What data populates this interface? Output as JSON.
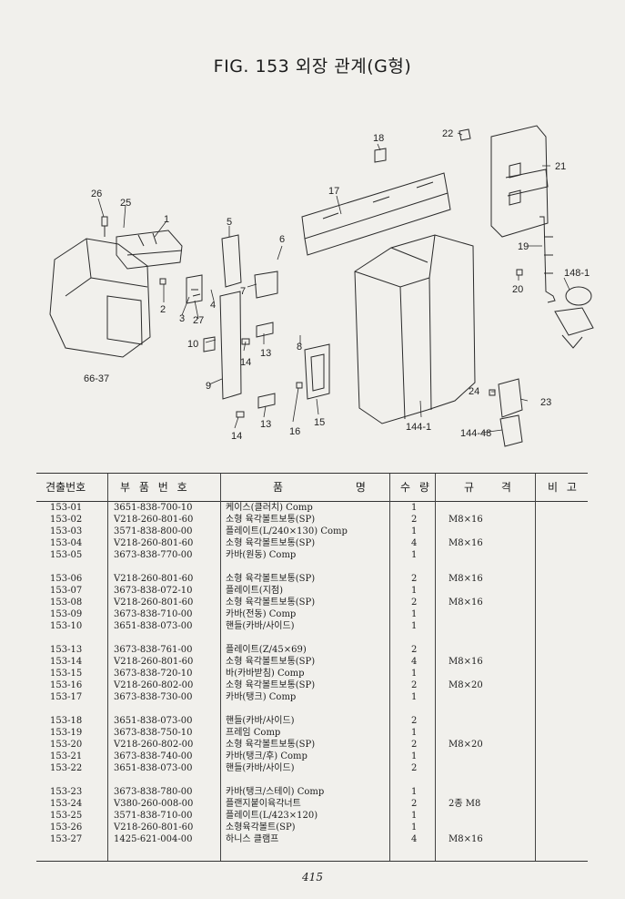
{
  "title": "FIG. 153 외장 관계(G형)",
  "callouts": {
    "c1": "1",
    "c2": "2",
    "c3": "3",
    "c4": "4",
    "c5": "5",
    "c6": "6",
    "c7": "7",
    "c8": "8",
    "c9": "9",
    "c10": "10",
    "c13a": "13",
    "c13b": "13",
    "c14a": "14",
    "c14b": "14",
    "c15": "15",
    "c16": "16",
    "c17": "17",
    "c18": "18",
    "c19": "19",
    "c20": "20",
    "c21": "21",
    "c22": "22",
    "c23": "23",
    "c24": "24",
    "c25": "25",
    "c26": "26",
    "c27": "27",
    "c66_37": "66-37",
    "c144_1": "144-1",
    "c144_48": "144-48",
    "c148_1": "148-1"
  },
  "table": {
    "headers": {
      "ref": "견출번호",
      "part": "부 품 번 호",
      "name": "품 명",
      "qty": "수 량",
      "spec": "규 격",
      "note": "비 고"
    },
    "rows": [
      {
        "ref": "153-01",
        "part": "3651-838-700-10",
        "name": "케이스(클러치) Comp",
        "qty": "1",
        "spec": ""
      },
      {
        "ref": "153-02",
        "part": "V218-260-801-60",
        "name": "소형 육각볼트보통(SP)",
        "qty": "2",
        "spec": "M8×16"
      },
      {
        "ref": "153-03",
        "part": "3571-838-800-00",
        "name": "플레이트(L/240×130) Comp",
        "qty": "1",
        "spec": ""
      },
      {
        "ref": "153-04",
        "part": "V218-260-801-60",
        "name": "소형 육각볼트보통(SP)",
        "qty": "4",
        "spec": "M8×16"
      },
      {
        "ref": "153-05",
        "part": "3673-838-770-00",
        "name": "카바(원동) Comp",
        "qty": "1",
        "spec": ""
      },
      {
        "ref": "153-06",
        "part": "V218-260-801-60",
        "name": "소형 육각볼트보통(SP)",
        "qty": "2",
        "spec": "M8×16"
      },
      {
        "ref": "153-07",
        "part": "3673-838-072-10",
        "name": "플레이트(지점)",
        "qty": "1",
        "spec": ""
      },
      {
        "ref": "153-08",
        "part": "V218-260-801-60",
        "name": "소형 육각볼트보통(SP)",
        "qty": "2",
        "spec": "M8×16"
      },
      {
        "ref": "153-09",
        "part": "3673-838-710-00",
        "name": "카바(전동) Comp",
        "qty": "1",
        "spec": ""
      },
      {
        "ref": "153-10",
        "part": "3651-838-073-00",
        "name": "핸들(카바/사이드)",
        "qty": "1",
        "spec": ""
      },
      {
        "ref": "153-13",
        "part": "3673-838-761-00",
        "name": "플레이트(Z/45×69)",
        "qty": "2",
        "spec": ""
      },
      {
        "ref": "153-14",
        "part": "V218-260-801-60",
        "name": "소형 육각볼트보통(SP)",
        "qty": "4",
        "spec": "M8×16"
      },
      {
        "ref": "153-15",
        "part": "3673-838-720-10",
        "name": "바(카바받침) Comp",
        "qty": "1",
        "spec": ""
      },
      {
        "ref": "153-16",
        "part": "V218-260-802-00",
        "name": "소형 육각볼트보통(SP)",
        "qty": "2",
        "spec": "M8×20"
      },
      {
        "ref": "153-17",
        "part": "3673-838-730-00",
        "name": "카바(탱크) Comp",
        "qty": "1",
        "spec": ""
      },
      {
        "ref": "153-18",
        "part": "3651-838-073-00",
        "name": "핸들(카바/사이드)",
        "qty": "2",
        "spec": ""
      },
      {
        "ref": "153-19",
        "part": "3673-838-750-10",
        "name": "프레임 Comp",
        "qty": "1",
        "spec": ""
      },
      {
        "ref": "153-20",
        "part": "V218-260-802-00",
        "name": "소형 육각볼트보통(SP)",
        "qty": "2",
        "spec": "M8×20"
      },
      {
        "ref": "153-21",
        "part": "3673-838-740-00",
        "name": "카바(탱크/후) Comp",
        "qty": "1",
        "spec": ""
      },
      {
        "ref": "153-22",
        "part": "3651-838-073-00",
        "name": "핸들(카바/사이드)",
        "qty": "2",
        "spec": ""
      },
      {
        "ref": "153-23",
        "part": "3673-838-780-00",
        "name": "카바(탱크/스테이) Comp",
        "qty": "1",
        "spec": ""
      },
      {
        "ref": "153-24",
        "part": "V380-260-008-00",
        "name": "플랜지붙이육각너트",
        "qty": "2",
        "spec": "2종 M8"
      },
      {
        "ref": "153-25",
        "part": "3571-838-710-00",
        "name": "플레이트(L/423×120)",
        "qty": "1",
        "spec": ""
      },
      {
        "ref": "153-26",
        "part": "V218-260-801-60",
        "name": "소형육각볼트(SP)",
        "qty": "1",
        "spec": ""
      },
      {
        "ref": "153-27",
        "part": "1425-621-004-00",
        "name": "하니스 클램프",
        "qty": "4",
        "spec": "M8×16"
      }
    ]
  },
  "page_number": "415"
}
